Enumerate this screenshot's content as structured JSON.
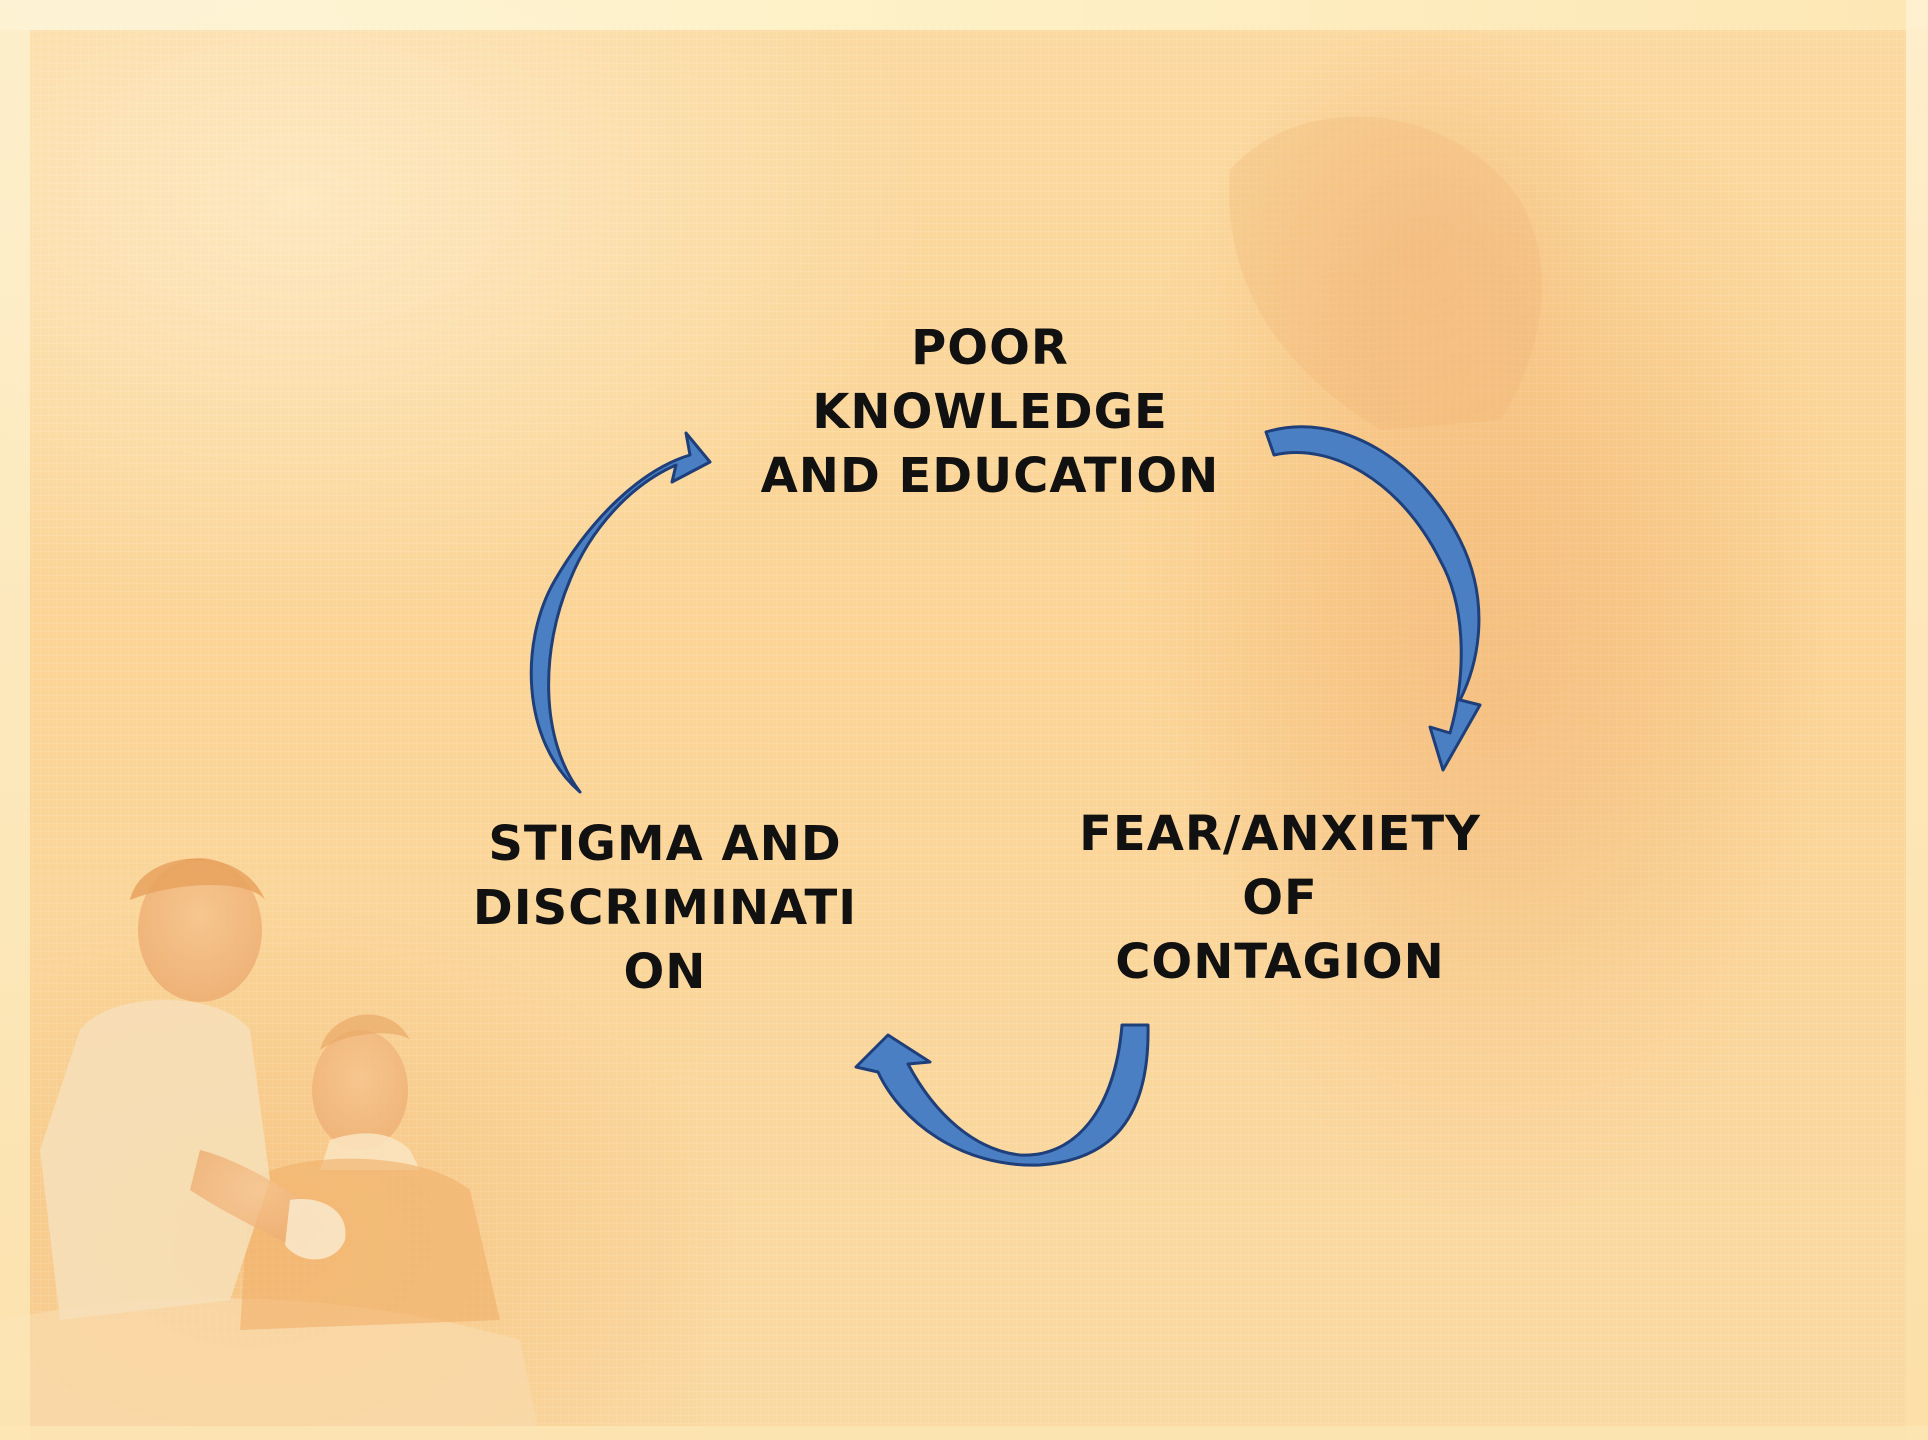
{
  "diagram": {
    "type": "cycle",
    "nodes": [
      {
        "id": "poor-knowledge",
        "label": "POOR\nKNOWLEDGE\nAND EDUCATION"
      },
      {
        "id": "fear-anxiety",
        "label": "FEAR/ANXIETY\nOF\nCONTAGION"
      },
      {
        "id": "stigma",
        "label": "STIGMA AND\nDISCRIMINATI\nON"
      }
    ],
    "edges": [
      {
        "from": "poor-knowledge",
        "to": "fear-anxiety"
      },
      {
        "from": "fear-anxiety",
        "to": "stigma"
      },
      {
        "from": "stigma",
        "to": "poor-knowledge"
      }
    ],
    "arrow_color": "#4a7fc4",
    "arrow_outline": "#1f3f7a",
    "text_color": "#111111"
  },
  "background": {
    "base_color": "#fbd496",
    "accent_color": "#f0a95a",
    "image_description_icon": "nurse-bandaging-patient-photo"
  }
}
